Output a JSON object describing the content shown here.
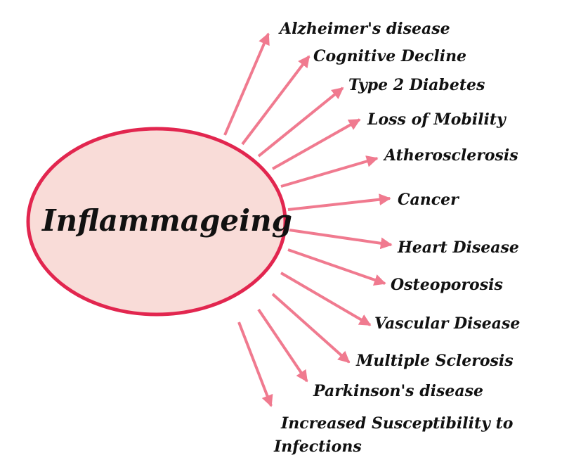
{
  "center": {
    "label": "Inflammageing",
    "fill_color": "#f9dcd8",
    "stroke_color": "#e2264f"
  },
  "arrow_color": "#f07a8f",
  "outcomes": [
    {
      "label": "Alzheimer's disease"
    },
    {
      "label": "Cognitive Decline"
    },
    {
      "label": "Type 2 Diabetes"
    },
    {
      "label": "Loss of Mobility"
    },
    {
      "label": "Atherosclerosis"
    },
    {
      "label": "Cancer"
    },
    {
      "label": "Heart Disease"
    },
    {
      "label": "Osteoporosis"
    },
    {
      "label": "Vascular Disease"
    },
    {
      "label": "Multiple Sclerosis"
    },
    {
      "label": "Parkinson's disease"
    },
    {
      "label": "Increased Susceptibility to",
      "label2": "Infections"
    }
  ]
}
